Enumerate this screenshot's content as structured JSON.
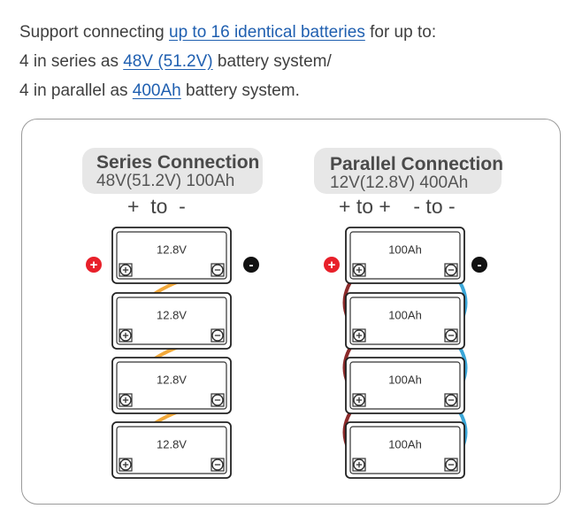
{
  "intro": {
    "line1_pre": "Support connecting ",
    "line1_link": "up to 16 identical batteries",
    "line1_post": " for up to:",
    "line2_pre": "4 in series as ",
    "line2_link": "48V (51.2V)",
    "line2_post": " battery system/",
    "line3_pre": "4 in parallel as ",
    "line3_link": "400Ah",
    "line3_post": " battery system."
  },
  "series": {
    "title": "Series Connection",
    "subtitle": "48V(51.2V) 100Ah",
    "polarity": "+  to  -",
    "battery_labels": [
      "12.8V",
      "12.8V",
      "12.8V",
      "12.8V"
    ],
    "plus_symbol": "+",
    "minus_symbol": "-"
  },
  "parallel": {
    "title": "Parallel Connection",
    "subtitle": "12V(12.8V) 400Ah",
    "polarity": "+ to +    - to -",
    "battery_labels": [
      "100Ah",
      "100Ah",
      "100Ah",
      "100Ah"
    ],
    "plus_symbol": "+",
    "minus_symbol": "-"
  },
  "colors": {
    "link": "#1f5fb0",
    "series_wire": "#f2a93b",
    "parallel_pos_wire": "#8b2a2a",
    "parallel_neg_wire": "#3aa6d8",
    "plus_badge": "#e8202a",
    "minus_badge": "#111111"
  }
}
